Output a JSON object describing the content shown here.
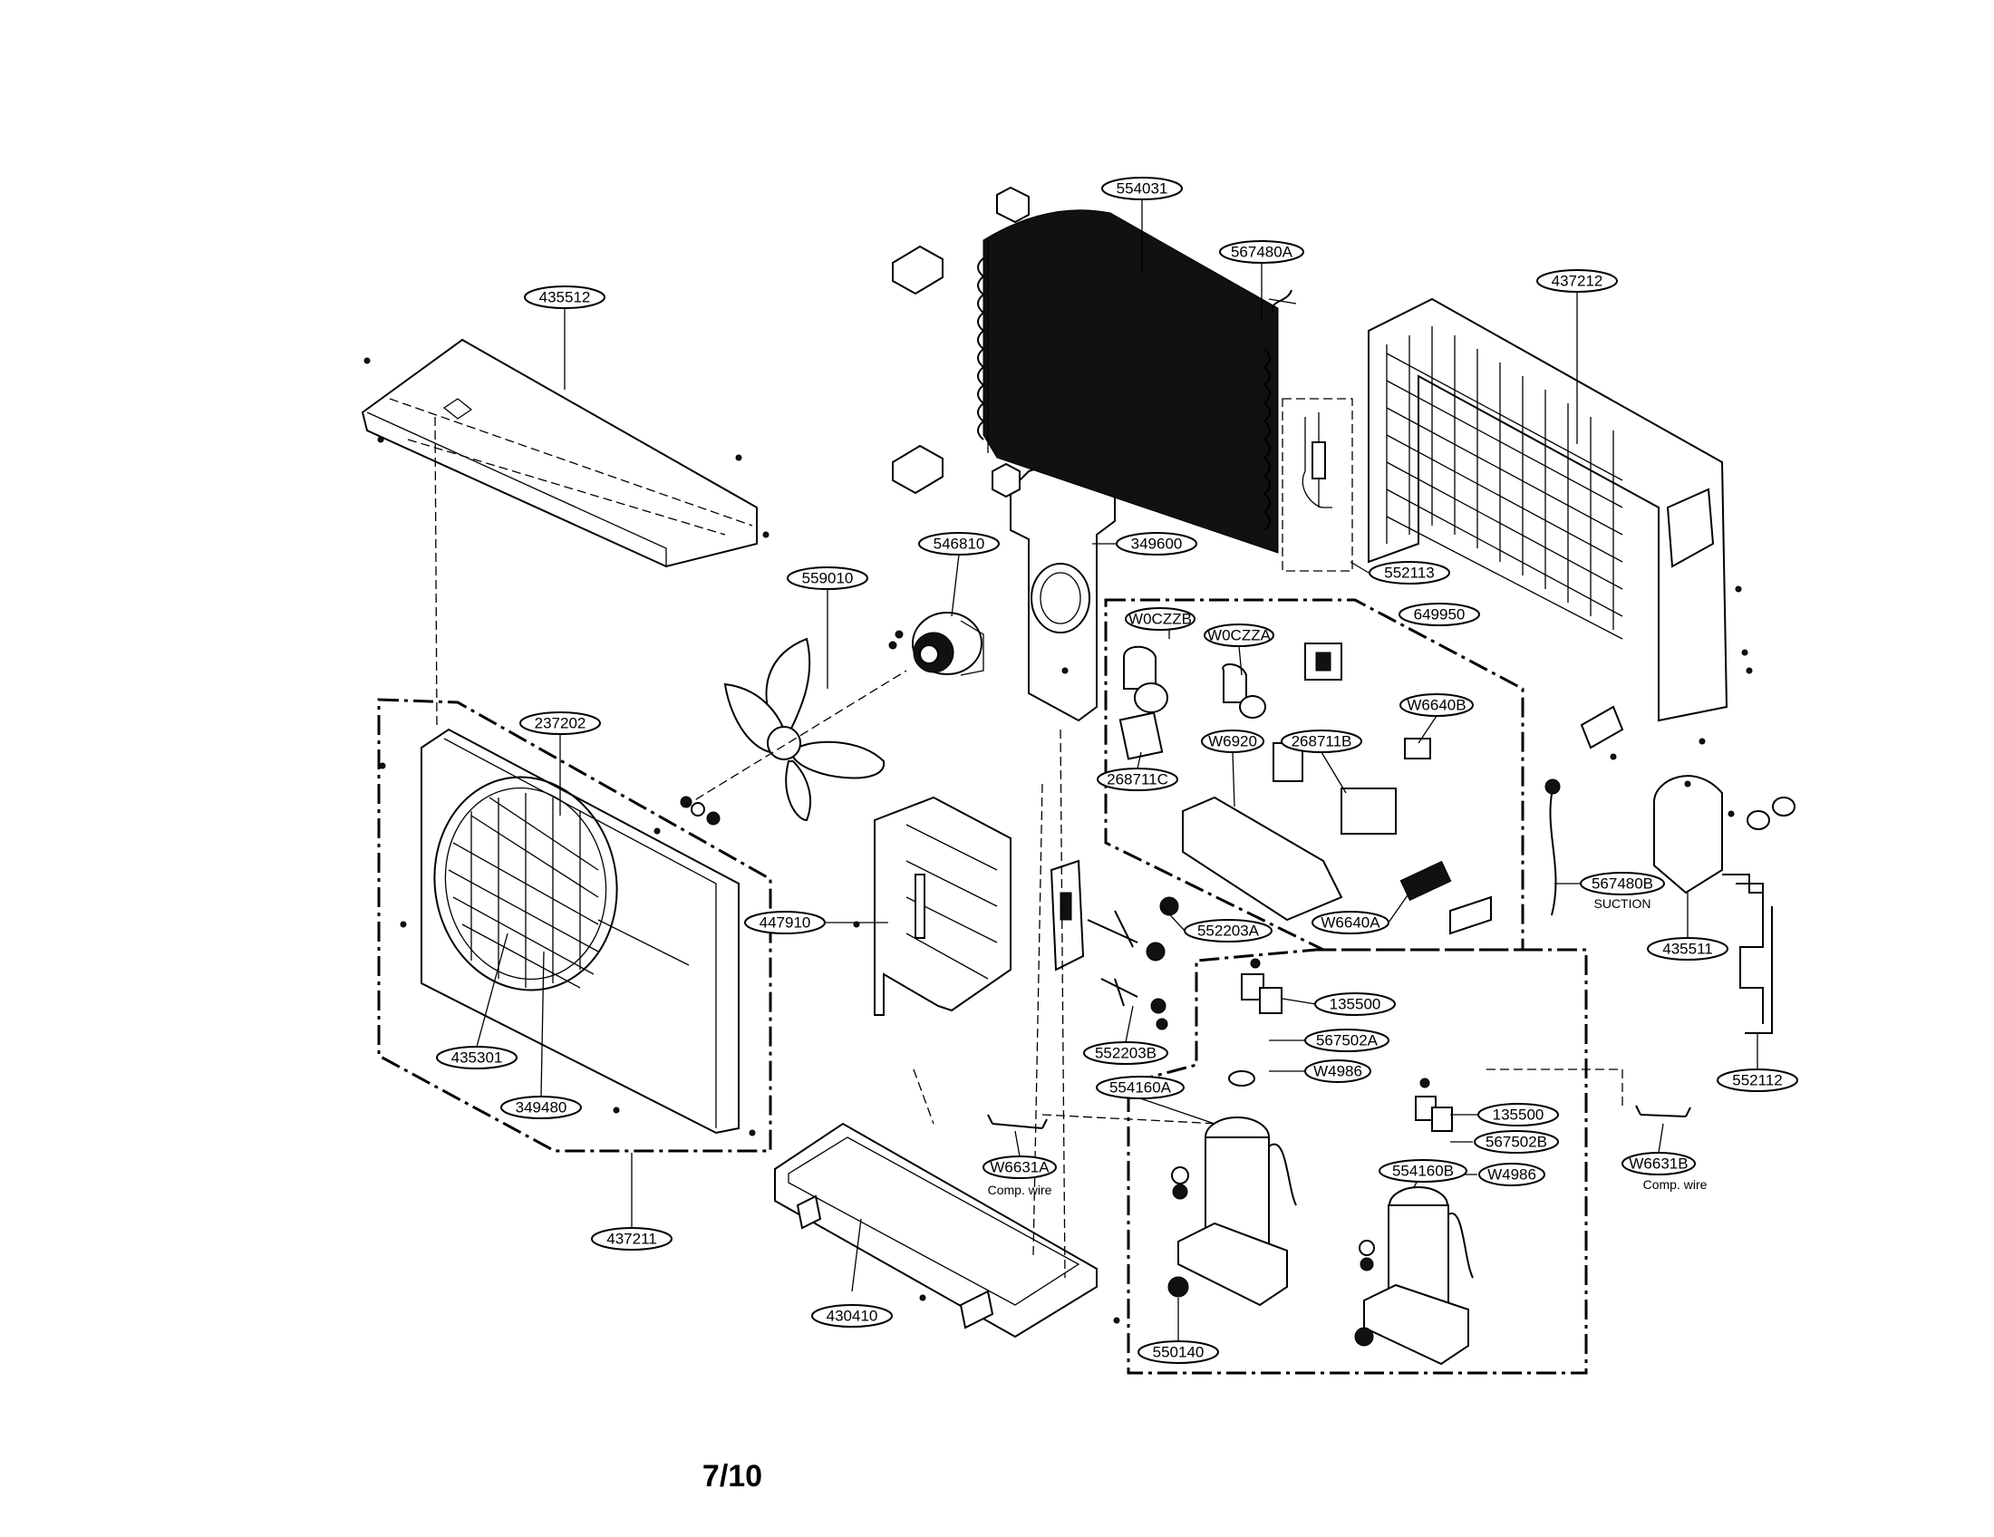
{
  "labels": {
    "p554031": "554031",
    "p567480A": "567480A",
    "p437212": "437212",
    "p435512": "435512",
    "p546810": "546810",
    "p349600": "349600",
    "p552113": "552113",
    "p559010": "559010",
    "p649950": "649950",
    "pW0CZZB": "W0CZZB",
    "pW0CZZA": "W0CZZA",
    "pW6640B": "W6640B",
    "p237202": "237202",
    "pW6920": "W6920",
    "p268711B": "268711B",
    "p268711C": "268711C",
    "p567480B": "567480B",
    "p435511": "435511",
    "p447910": "447910",
    "pW6640A": "W6640A",
    "p552203A": "552203A",
    "p135500a": "135500",
    "p567502A": "567502A",
    "p552203B": "552203B",
    "p435301": "435301",
    "pW4986a": "W4986",
    "p554160A": "554160A",
    "p552112": "552112",
    "p349480": "349480",
    "p135500b": "135500",
    "pW6631B": "W6631B",
    "p567502B": "567502B",
    "pW6631A": "W6631A",
    "p554160B": "554160B",
    "pW4986b": "W4986",
    "p437211": "437211",
    "p430410": "430410",
    "p550140": "550140"
  },
  "notes": {
    "suction": "SUCTION",
    "comp_wire_a": "Comp. wire",
    "comp_wire_b": "Comp. wire"
  },
  "page_number": "7/10"
}
